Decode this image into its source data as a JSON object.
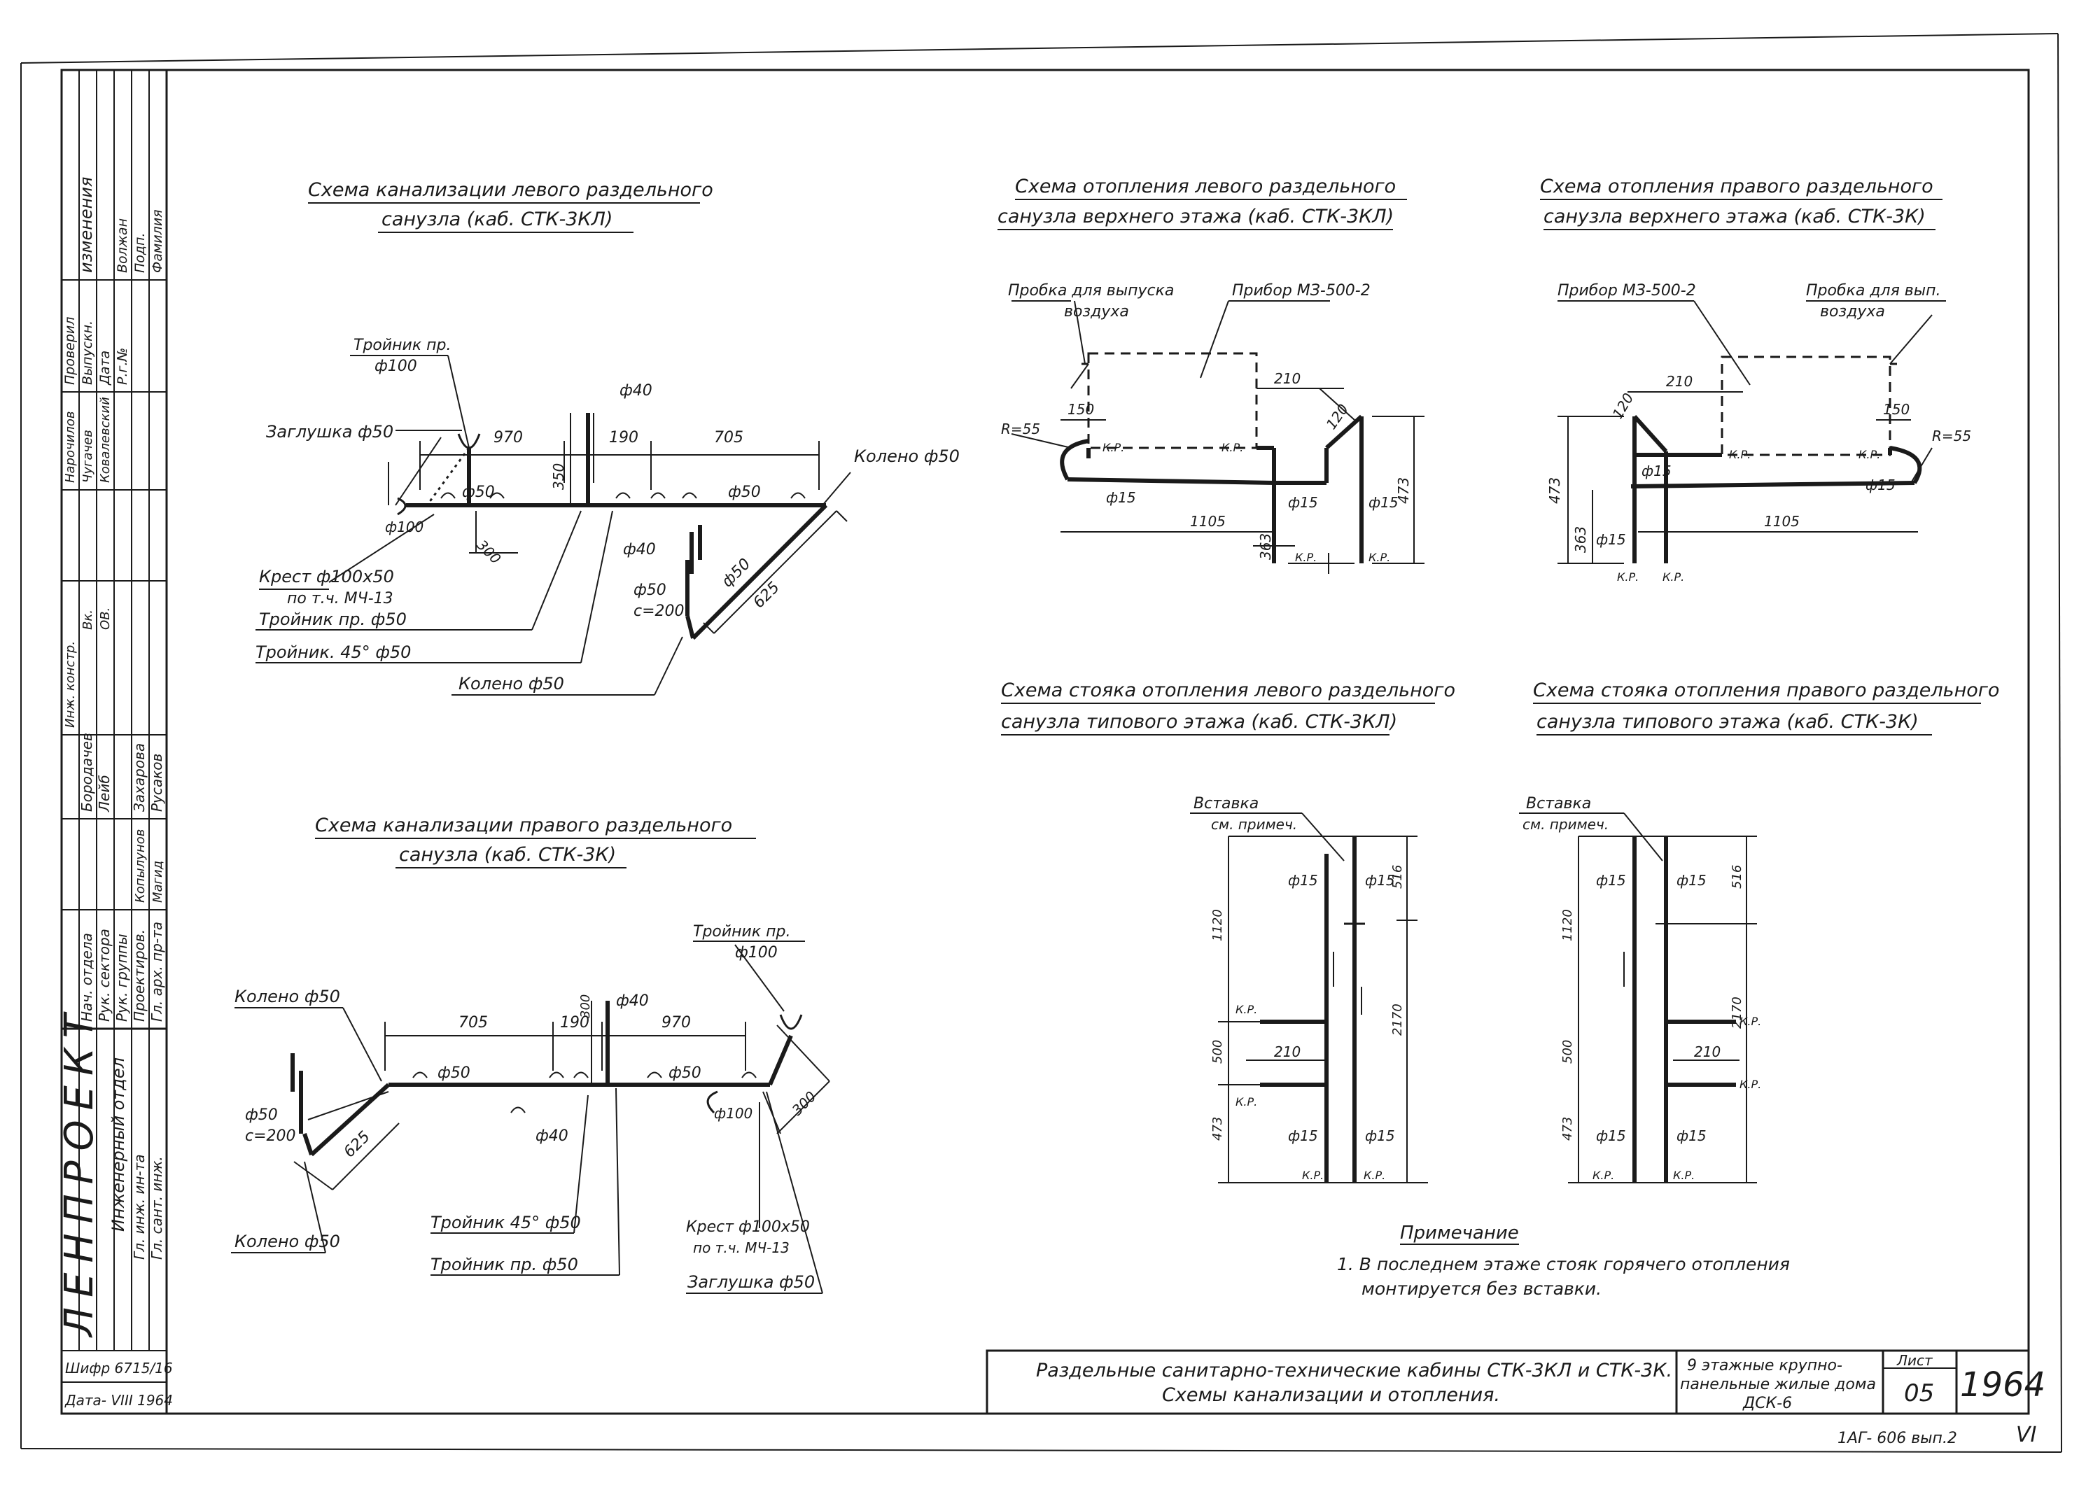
{
  "schemes": {
    "sewer_left_title_1": "Схема канализации левого раздельного",
    "sewer_left_title_2": "санузла (каб. СТК-3КЛ)",
    "sewer_right_title_1": "Схема канализации правого раздельного",
    "sewer_right_title_2": "санузла (каб. СТК-3К)",
    "heat_left_top_title_1": "Схема отопления левого раздельного",
    "heat_left_top_title_2": "санузла верхнего этажа (каб. СТК-3КЛ)",
    "heat_right_top_title_1": "Схема отопления правого раздельного",
    "heat_right_top_title_2": "санузла верхнего этажа (каб. СТК-3К)",
    "riser_left_title_1": "Схема стояка отопления левого раздельного",
    "riser_left_title_2": "санузла типового этажа (каб. СТК-3КЛ)",
    "riser_right_title_1": "Схема стояка отопления правого раздельного",
    "riser_right_title_2": "санузла типового этажа (каб. СТК-3К)"
  },
  "sewer_left": {
    "tee_top_1": "Тройник пр.",
    "tee_top_2": "ф100",
    "plug": "Заглушка ф50",
    "d40": "ф40",
    "dim_970": "970",
    "dim_190": "190",
    "dim_705": "705",
    "dim_350": "350",
    "d50_a": "ф50",
    "d50_b": "ф50",
    "elbow_r": "Колено ф50",
    "d100": "ф100",
    "dim_300": "300",
    "d40b": "ф40",
    "d50c": "ф50",
    "slope": "с=200",
    "d50_diag": "ф50",
    "dim_625": "625",
    "cross_1": "Крест ф100х50",
    "cross_2": "по т.ч. МЧ-13",
    "tee_pr": "Тройник пр. ф50",
    "tee_45": "Тройник. 45° ф50",
    "elbow_b": "Колено ф50"
  },
  "sewer_right": {
    "tee_top_1": "Тройник пр.",
    "tee_top_2": "ф100",
    "elbow_l": "Колено ф50",
    "dim_705": "705",
    "dim_190": "190",
    "dim_970": "970",
    "dim_300v": "300",
    "d40": "ф40",
    "d50_a": "ф50",
    "d50_b": "ф50",
    "d50c": "ф50",
    "slope": "с=200",
    "dim_625": "625",
    "d100": "ф100",
    "dim_300": "300",
    "d40b": "ф40",
    "elbow_b": "Колено ф50",
    "tee_45": "Тройник 45° ф50",
    "tee_pr": "Тройник пр. ф50",
    "cross_1": "Крест ф100х50",
    "cross_2": "по т.ч. МЧ-13",
    "plug": "Заглушка ф50"
  },
  "heat_left": {
    "plug_1": "Пробка для выпуска",
    "plug_2": "воздуха",
    "device": "Прибор МЗ-500-2",
    "dim_210": "210",
    "dim_150": "150",
    "dim_120": "120",
    "r": "R=55",
    "kr1": "К.Р.",
    "kr2": "К.Р.",
    "d15a": "ф15",
    "dim_1105": "1105",
    "d15b": "ф15",
    "d15c": "ф15",
    "dim_473": "473",
    "dim_363": "363",
    "kr3": "К.Р.",
    "kr4": "К.Р."
  },
  "heat_right": {
    "device": "Прибор МЗ-500-2",
    "plug_1": "Пробка для вып.",
    "plug_2": "воздуха",
    "dim_210": "210",
    "dim_120": "120",
    "dim_150": "150",
    "r": "R=55",
    "kr1": "К.Р.",
    "kr2": "К.Р.",
    "d15a": "ф15",
    "d15b": "ф15",
    "dim_473": "473",
    "dim_363": "363",
    "dim_1105": "1105",
    "d15c": "ф15",
    "kr3": "К.Р.",
    "kr4": "К.Р."
  },
  "riser_left": {
    "ins_1": "Вставка",
    "ins_2": "см. примеч.",
    "d15a": "ф15",
    "d15b": "ф15",
    "dim_516": "516",
    "dim_1120": "1120",
    "dim_2170": "2170",
    "dim_500": "500",
    "dim_210": "210",
    "dim_473": "473",
    "kr1": "К.Р.",
    "kr2": "К.Р.",
    "kr3": "К.Р.",
    "kr4": "К.Р.",
    "d15c": "ф15",
    "d15d": "ф15"
  },
  "riser_right": {
    "ins_1": "Вставка",
    "ins_2": "см. примеч.",
    "d15a": "ф15",
    "d15b": "ф15",
    "dim_516": "516",
    "dim_1120": "1120",
    "dim_2170": "2170",
    "dim_500": "500",
    "dim_210": "210",
    "dim_473": "473",
    "kr1": "К.Р.",
    "kr2": "К.Р.",
    "kr3": "К.Р.",
    "kr4": "К.Р.",
    "d15c": "ф15",
    "d15d": "ф15"
  },
  "note": {
    "title": "Примечание",
    "line1": "1. В последнем этаже стояк горячего отопления",
    "line2": "монтируется без вставки."
  },
  "titleblock": {
    "title_1": "Раздельные санитарно-технические кабины СТК-3КЛ и СТК-3К.",
    "title_2": "Схемы канализации и отопления.",
    "project_1": "9 этажные крупно-",
    "project_2": "панельные жилые дома",
    "project_3": "ДСК-6",
    "sheet_label": "Лист",
    "sheet_no": "05",
    "year": "1964",
    "bottom_code": "1АГ- 606 вып.2",
    "roman": "VI"
  },
  "sidebar": {
    "org": "ЛЕНПРОЕКТ",
    "dept": "Инженерный отдел",
    "shifr": "Шифр 6715/16",
    "date": "Дата- VIII 1964",
    "roles": [
      "Нач. отдела",
      "Рук. сектора",
      "Рук. группы",
      "Проектиров.",
      "Гл. арх. пр-та",
      "Гл. инж. ин-та",
      "Гл. сант. инж."
    ],
    "names": [
      "Бородачев",
      "Лейб",
      "Захарова",
      "Русаков",
      "Копылунов",
      "Магид"
    ],
    "changes_header": "изменения",
    "change_cols": [
      "Проверил",
      "Выпускн.",
      "Дата",
      "Р.г.№",
      "Волжан",
      "Подп.",
      "Фамилия"
    ],
    "change_rows": [
      "Нарочилов",
      "Чугачев",
      "Ковалевский",
      "Инж. констр.",
      "Вк.",
      "ОВ."
    ]
  }
}
